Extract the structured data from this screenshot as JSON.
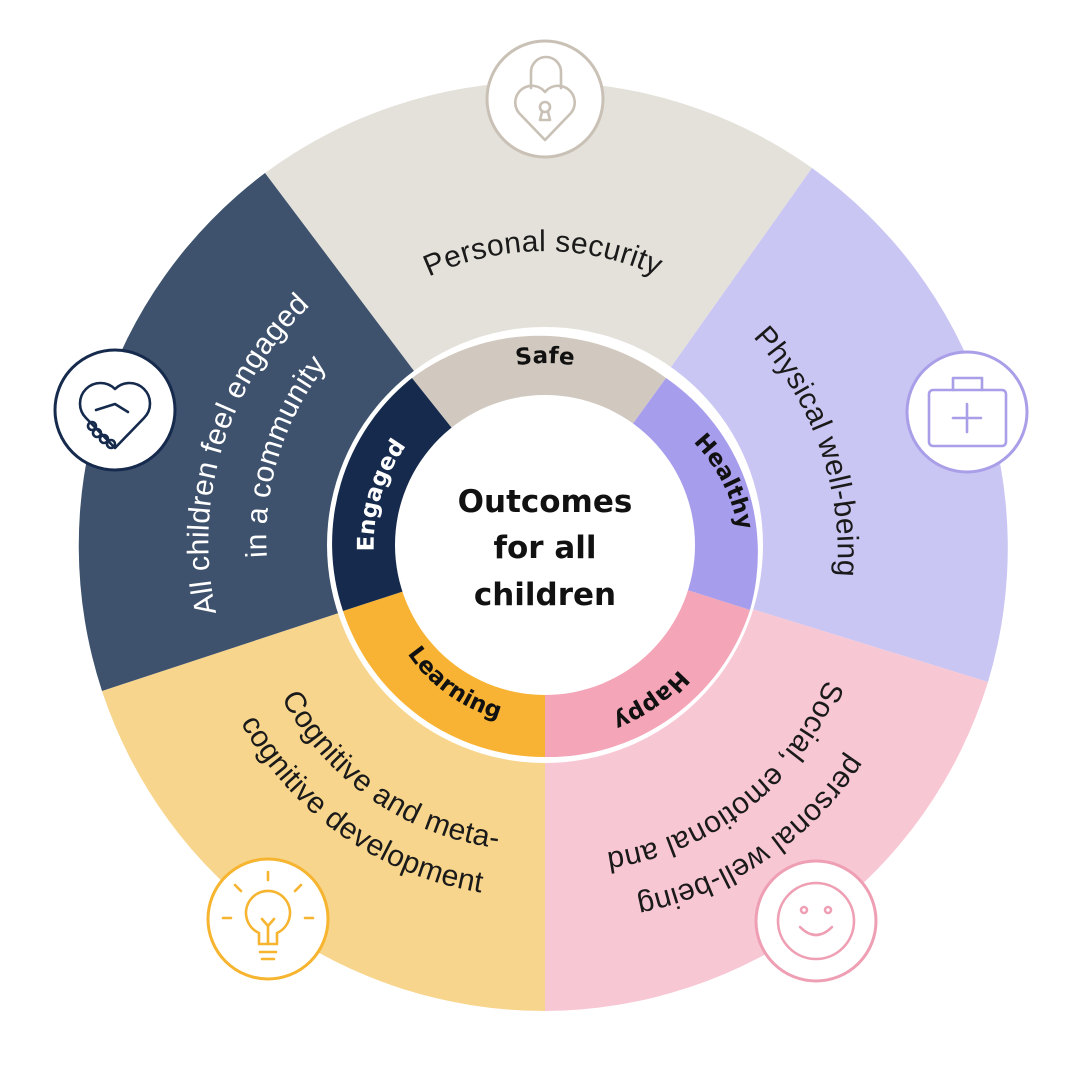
{
  "center": {
    "line1": "Outcomes",
    "line2": "for all",
    "line3": "children"
  },
  "segments": [
    {
      "id": "safe",
      "ring_label": "Safe",
      "outer_line1": "Personal security",
      "outer_line2": "",
      "outer_color": "#e4e1da",
      "ring_color": "#d1c9bf",
      "text_color": "#1a1a1a",
      "ring_text_color": "#111111",
      "icon": "heart-lock-icon",
      "icon_color": "#c9c1b6"
    },
    {
      "id": "healthy",
      "ring_label": "Healthy",
      "outer_line1": "Physical well-being",
      "outer_line2": "",
      "outer_color": "#cac6f3",
      "ring_color": "#a79ded",
      "text_color": "#1a1a1a",
      "ring_text_color": "#111111",
      "icon": "first-aid-kit-icon",
      "icon_color": "#a99ee8"
    },
    {
      "id": "happy",
      "ring_label": "Happy",
      "outer_line1": "Social, emotional and",
      "outer_line2": "personal well-being",
      "outer_color": "#f8c7d4",
      "ring_color": "#f4a5b8",
      "text_color": "#1a1a1a",
      "ring_text_color": "#111111",
      "icon": "smiley-face-icon",
      "icon_color": "#ef9fb4"
    },
    {
      "id": "learning",
      "ring_label": "Learning",
      "outer_line1": "Cognitive and meta-",
      "outer_line2": "cognitive development",
      "outer_color": "#f8d58c",
      "ring_color": "#f8b334",
      "text_color": "#1a1a1a",
      "ring_text_color": "#111111",
      "icon": "lightbulb-icon",
      "icon_color": "#f6b42f"
    },
    {
      "id": "engaged",
      "ring_label": "Engaged",
      "outer_line1": "All children feel engaged",
      "outer_line2": "in a community",
      "outer_color": "#3e526d",
      "ring_color": "#152a4c",
      "text_color": "#ffffff",
      "ring_text_color": "#ffffff",
      "icon": "handshake-heart-icon",
      "icon_color": "#152a4c"
    }
  ]
}
